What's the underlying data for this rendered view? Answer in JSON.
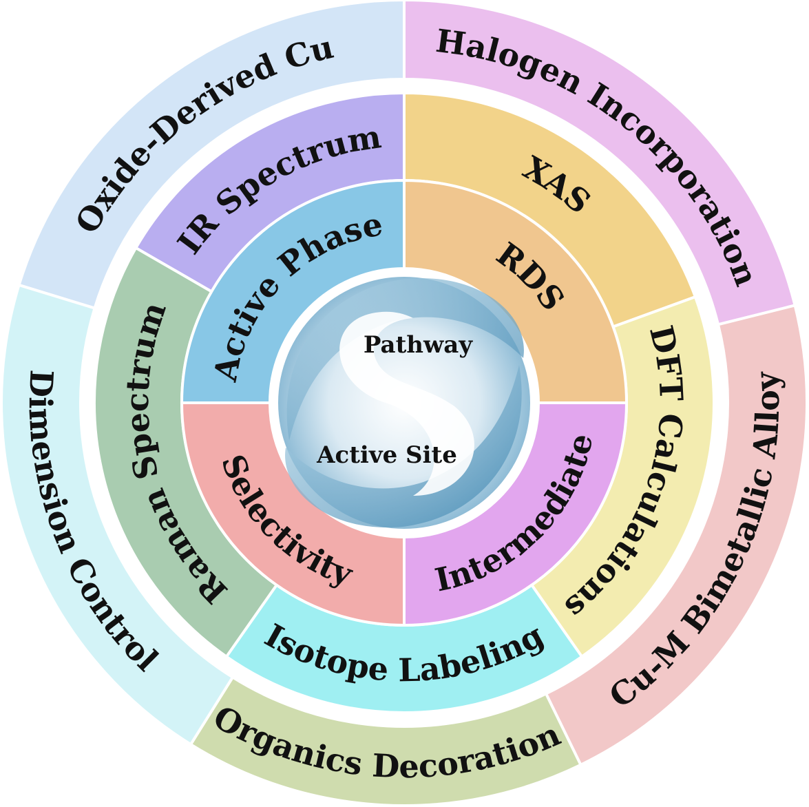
{
  "outer_ring": [
    {
      "label": "Oxide-Derived Cu",
      "color": "#d3e5f7"
    },
    {
      "label": "Halogen Incorporation",
      "color": "#ebbfee"
    },
    {
      "label": "Cu-M Bimetallic Alloy",
      "color": "#f2c8c8"
    },
    {
      "label": "Organics Decoration",
      "color": "#cfdcae"
    },
    {
      "label": "Dimension Control",
      "color": "#d3f3f7"
    }
  ],
  "middle_ring": [
    {
      "label": "IR Spectrum",
      "color": "#b9aef0"
    },
    {
      "label": "XAS",
      "color": "#f2d38a"
    },
    {
      "label": "DFT Calculations",
      "color": "#f3ecb0"
    },
    {
      "label": "Isotope Labeling",
      "color": "#9feff2"
    },
    {
      "label": "Raman Spectrum",
      "color": "#a9ccb0"
    }
  ],
  "inner_ring": [
    {
      "label": "Active Phase",
      "color": "#88c7e6"
    },
    {
      "label": "RDS",
      "color": "#f0c68f"
    },
    {
      "label": "Intermediate",
      "color": "#e2a6ee"
    },
    {
      "label": "Selectivity",
      "color": "#f2acab"
    }
  ],
  "center": {
    "top_label": "Pathway",
    "bottom_label": "Active Site",
    "water_light": "#e9f3f8",
    "water_mid": "#9cc6dc",
    "water_dark": "#4f8fb4"
  }
}
